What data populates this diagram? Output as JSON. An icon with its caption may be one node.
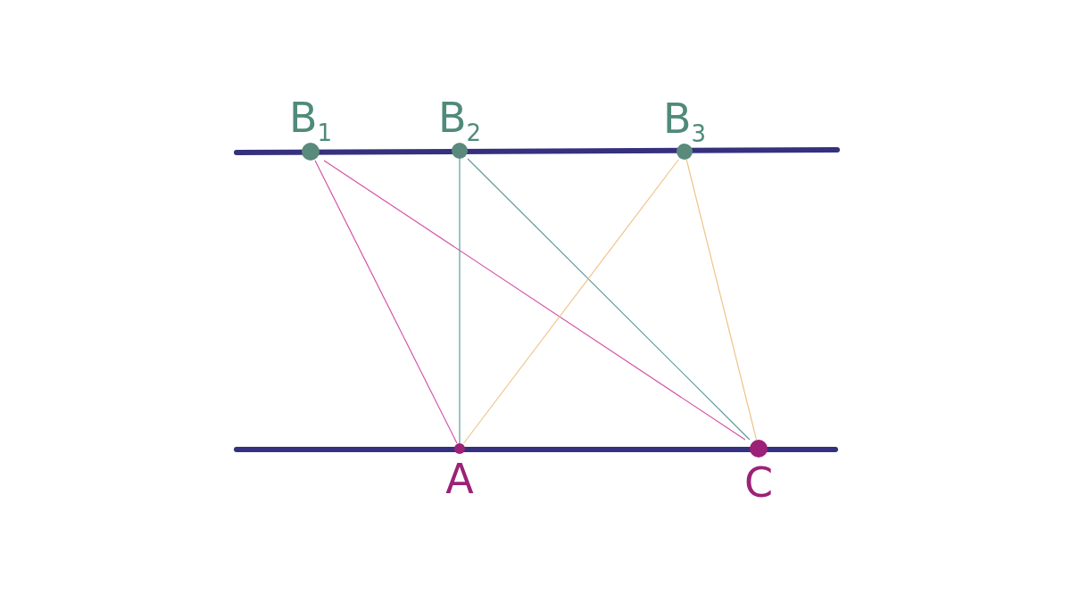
{
  "diagram": {
    "nodes": [
      {
        "text": [
          "B$_{1}$"
        ]
      },
      {
        "text": [
          "B$_{2}$"
        ]
      },
      {
        "text": [
          "B$_{3}$"
        ]
      },
      {
        "text": [
          "A"
        ]
      },
      {
        "text": [
          "C"
        ]
      }
    ],
    "edges": [
      {
        "from": 0,
        "to": 3,
        "arrow": "none",
        "color": "#d452a6"
      },
      {
        "from": 0,
        "to": 4,
        "arrow": "none",
        "color": "#d452a6"
      },
      {
        "from": 1,
        "to": 3,
        "arrow": "none",
        "color": "#5e9c9c"
      },
      {
        "from": 1,
        "to": 4,
        "arrow": "none",
        "color": "#5e9c9c"
      },
      {
        "from": 2,
        "to": 3,
        "arrow": "none",
        "color": "#f0c48a"
      },
      {
        "from": 2,
        "to": 4,
        "arrow": "none",
        "color": "#f0c48a"
      }
    ]
  }
}
